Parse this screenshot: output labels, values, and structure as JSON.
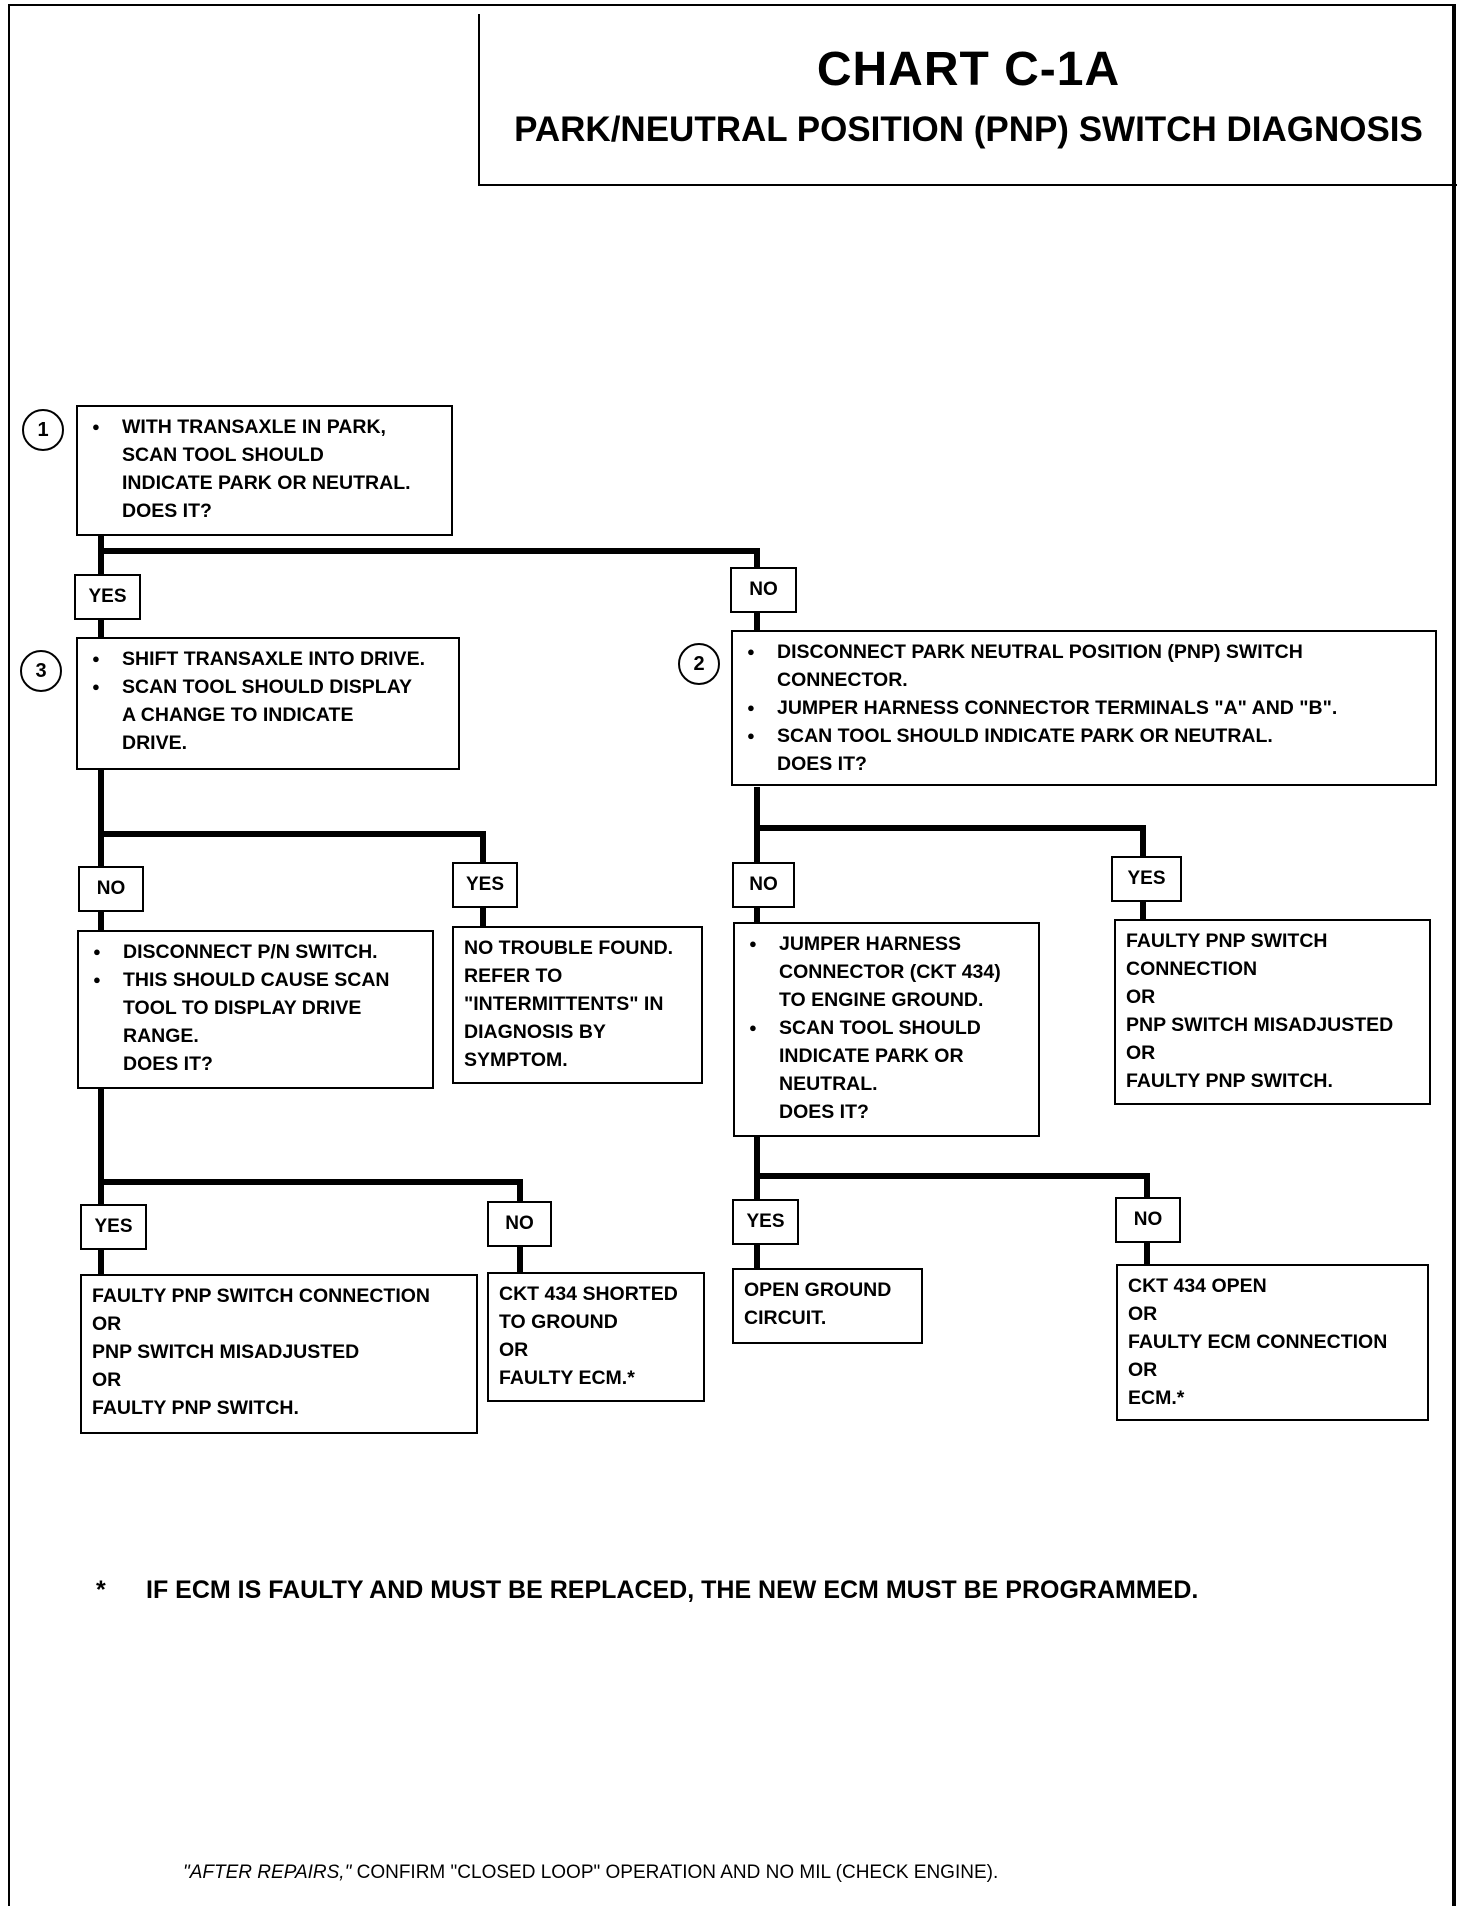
{
  "header": {
    "title": "CHART C-1A",
    "subtitle": "PARK/NEUTRAL POSITION (PNP) SWITCH DIAGNOSIS"
  },
  "steps": {
    "step1": "1",
    "step2": "2",
    "step3": "3"
  },
  "boxes": {
    "b1": {
      "bullets": [
        "WITH TRANSAXLE IN PARK,",
        "SCAN TOOL SHOULD",
        "INDICATE PARK OR NEUTRAL.",
        "DOES IT?"
      ]
    },
    "b3": {
      "bullet1": "SHIFT TRANSAXLE INTO DRIVE.",
      "bullet2_lines": [
        "SCAN TOOL SHOULD DISPLAY",
        "A CHANGE TO INDICATE",
        "DRIVE."
      ]
    },
    "b2": {
      "bullet1_lines": [
        "DISCONNECT PARK NEUTRAL POSITION (PNP) SWITCH",
        "CONNECTOR."
      ],
      "bullet2": "JUMPER HARNESS CONNECTOR TERMINALS \"A\" AND \"B\".",
      "bullet3_lines": [
        "SCAN TOOL SHOULD INDICATE PARK OR NEUTRAL.",
        "DOES IT?"
      ]
    },
    "b_pn": {
      "bullet1": "DISCONNECT P/N SWITCH.",
      "bullet2_lines": [
        "THIS SHOULD CAUSE SCAN",
        "TOOL TO DISPLAY DRIVE",
        "RANGE.",
        "DOES IT?"
      ]
    },
    "b_ntf": {
      "lines": [
        "NO TROUBLE FOUND.",
        "REFER TO",
        "\"INTERMITTENTS\" IN",
        "DIAGNOSIS BY",
        "SYMPTOM."
      ]
    },
    "b_jump": {
      "bullet1_lines": [
        "JUMPER HARNESS",
        "CONNECTOR (CKT 434)",
        "TO ENGINE GROUND."
      ],
      "bullet2_lines": [
        "SCAN TOOL SHOULD",
        "INDICATE PARK OR",
        "NEUTRAL.",
        "DOES IT?"
      ]
    },
    "b_faulty_conn_right": {
      "lines": [
        "FAULTY PNP SWITCH",
        "CONNECTION",
        "OR",
        "PNP SWITCH MISADJUSTED",
        "OR",
        "FAULTY PNP SWITCH."
      ]
    },
    "b_faulty_conn_left": {
      "lines": [
        "FAULTY PNP SWITCH CONNECTION",
        "OR",
        "PNP SWITCH MISADJUSTED",
        "OR",
        "FAULTY PNP SWITCH."
      ]
    },
    "b_ckt_shorted": {
      "lines": [
        "CKT 434 SHORTED",
        "TO GROUND",
        "OR",
        "FAULTY ECM.*"
      ]
    },
    "b_open_ground": {
      "lines": [
        "OPEN GROUND",
        "CIRCUIT."
      ]
    },
    "b_ckt_open": {
      "lines": [
        "CKT 434 OPEN",
        "OR",
        "FAULTY ECM CONNECTION",
        "OR",
        "ECM.*"
      ]
    }
  },
  "labels": {
    "yes1": "YES",
    "no1": "NO",
    "no3": "NO",
    "yes3": "YES",
    "no2": "NO",
    "yes2": "YES",
    "yes_pn": "YES",
    "no_pn": "NO",
    "yes_jump": "YES",
    "no_jump": "NO"
  },
  "footnote": {
    "star": "*",
    "text": "IF ECM IS FAULTY AND MUST BE REPLACED, THE NEW ECM MUST BE PROGRAMMED."
  },
  "bottom_note": {
    "italic": "\"AFTER REPAIRS,\"",
    "rest": " CONFIRM \"CLOSED LOOP\" OPERATION AND NO MIL (CHECK ENGINE)."
  }
}
